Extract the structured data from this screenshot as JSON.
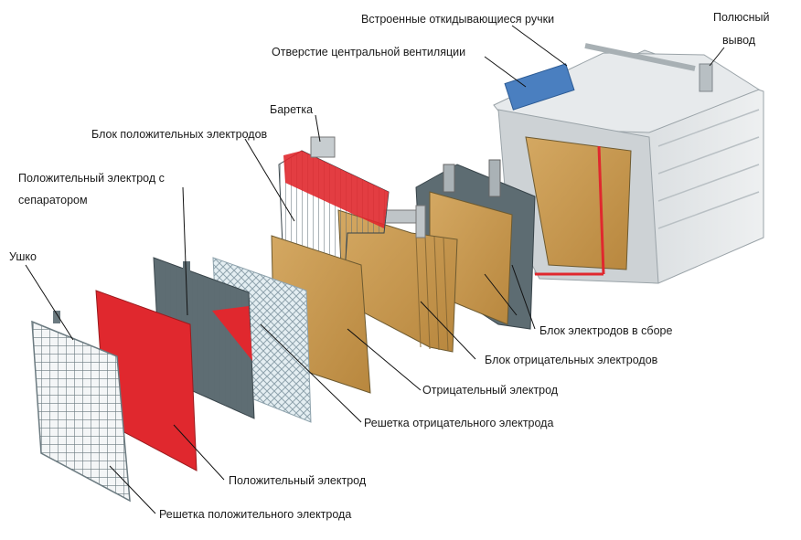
{
  "labels": {
    "built_in_handles": "Встроенные откидывающиеся ручки",
    "pole_terminal_1": "Полюсный",
    "pole_terminal_2": "вывод",
    "central_vent": "Отверстие центральной вентиляции",
    "strap": "Баретка",
    "positive_block": "Блок положительных электродов",
    "positive_with_separator_1": "Положительный электрод с",
    "positive_with_separator_2": "сепаратором",
    "lug": "Ушко",
    "assembled_block": "Блок электродов в сборе",
    "negative_block": "Блок отрицательных электродов",
    "negative_electrode": "Отрицательный электрод",
    "negative_grid": "Решетка отрицательного электрода",
    "positive_electrode": "Положительный электрод",
    "positive_grid": "Решетка положительного электрода"
  },
  "colors": {
    "positive_red": "#e0282e",
    "negative_tan": "#c89a4e",
    "grid_gray": "#6f7f86",
    "case_gray": "#d9dde0",
    "leader": "#111111"
  }
}
